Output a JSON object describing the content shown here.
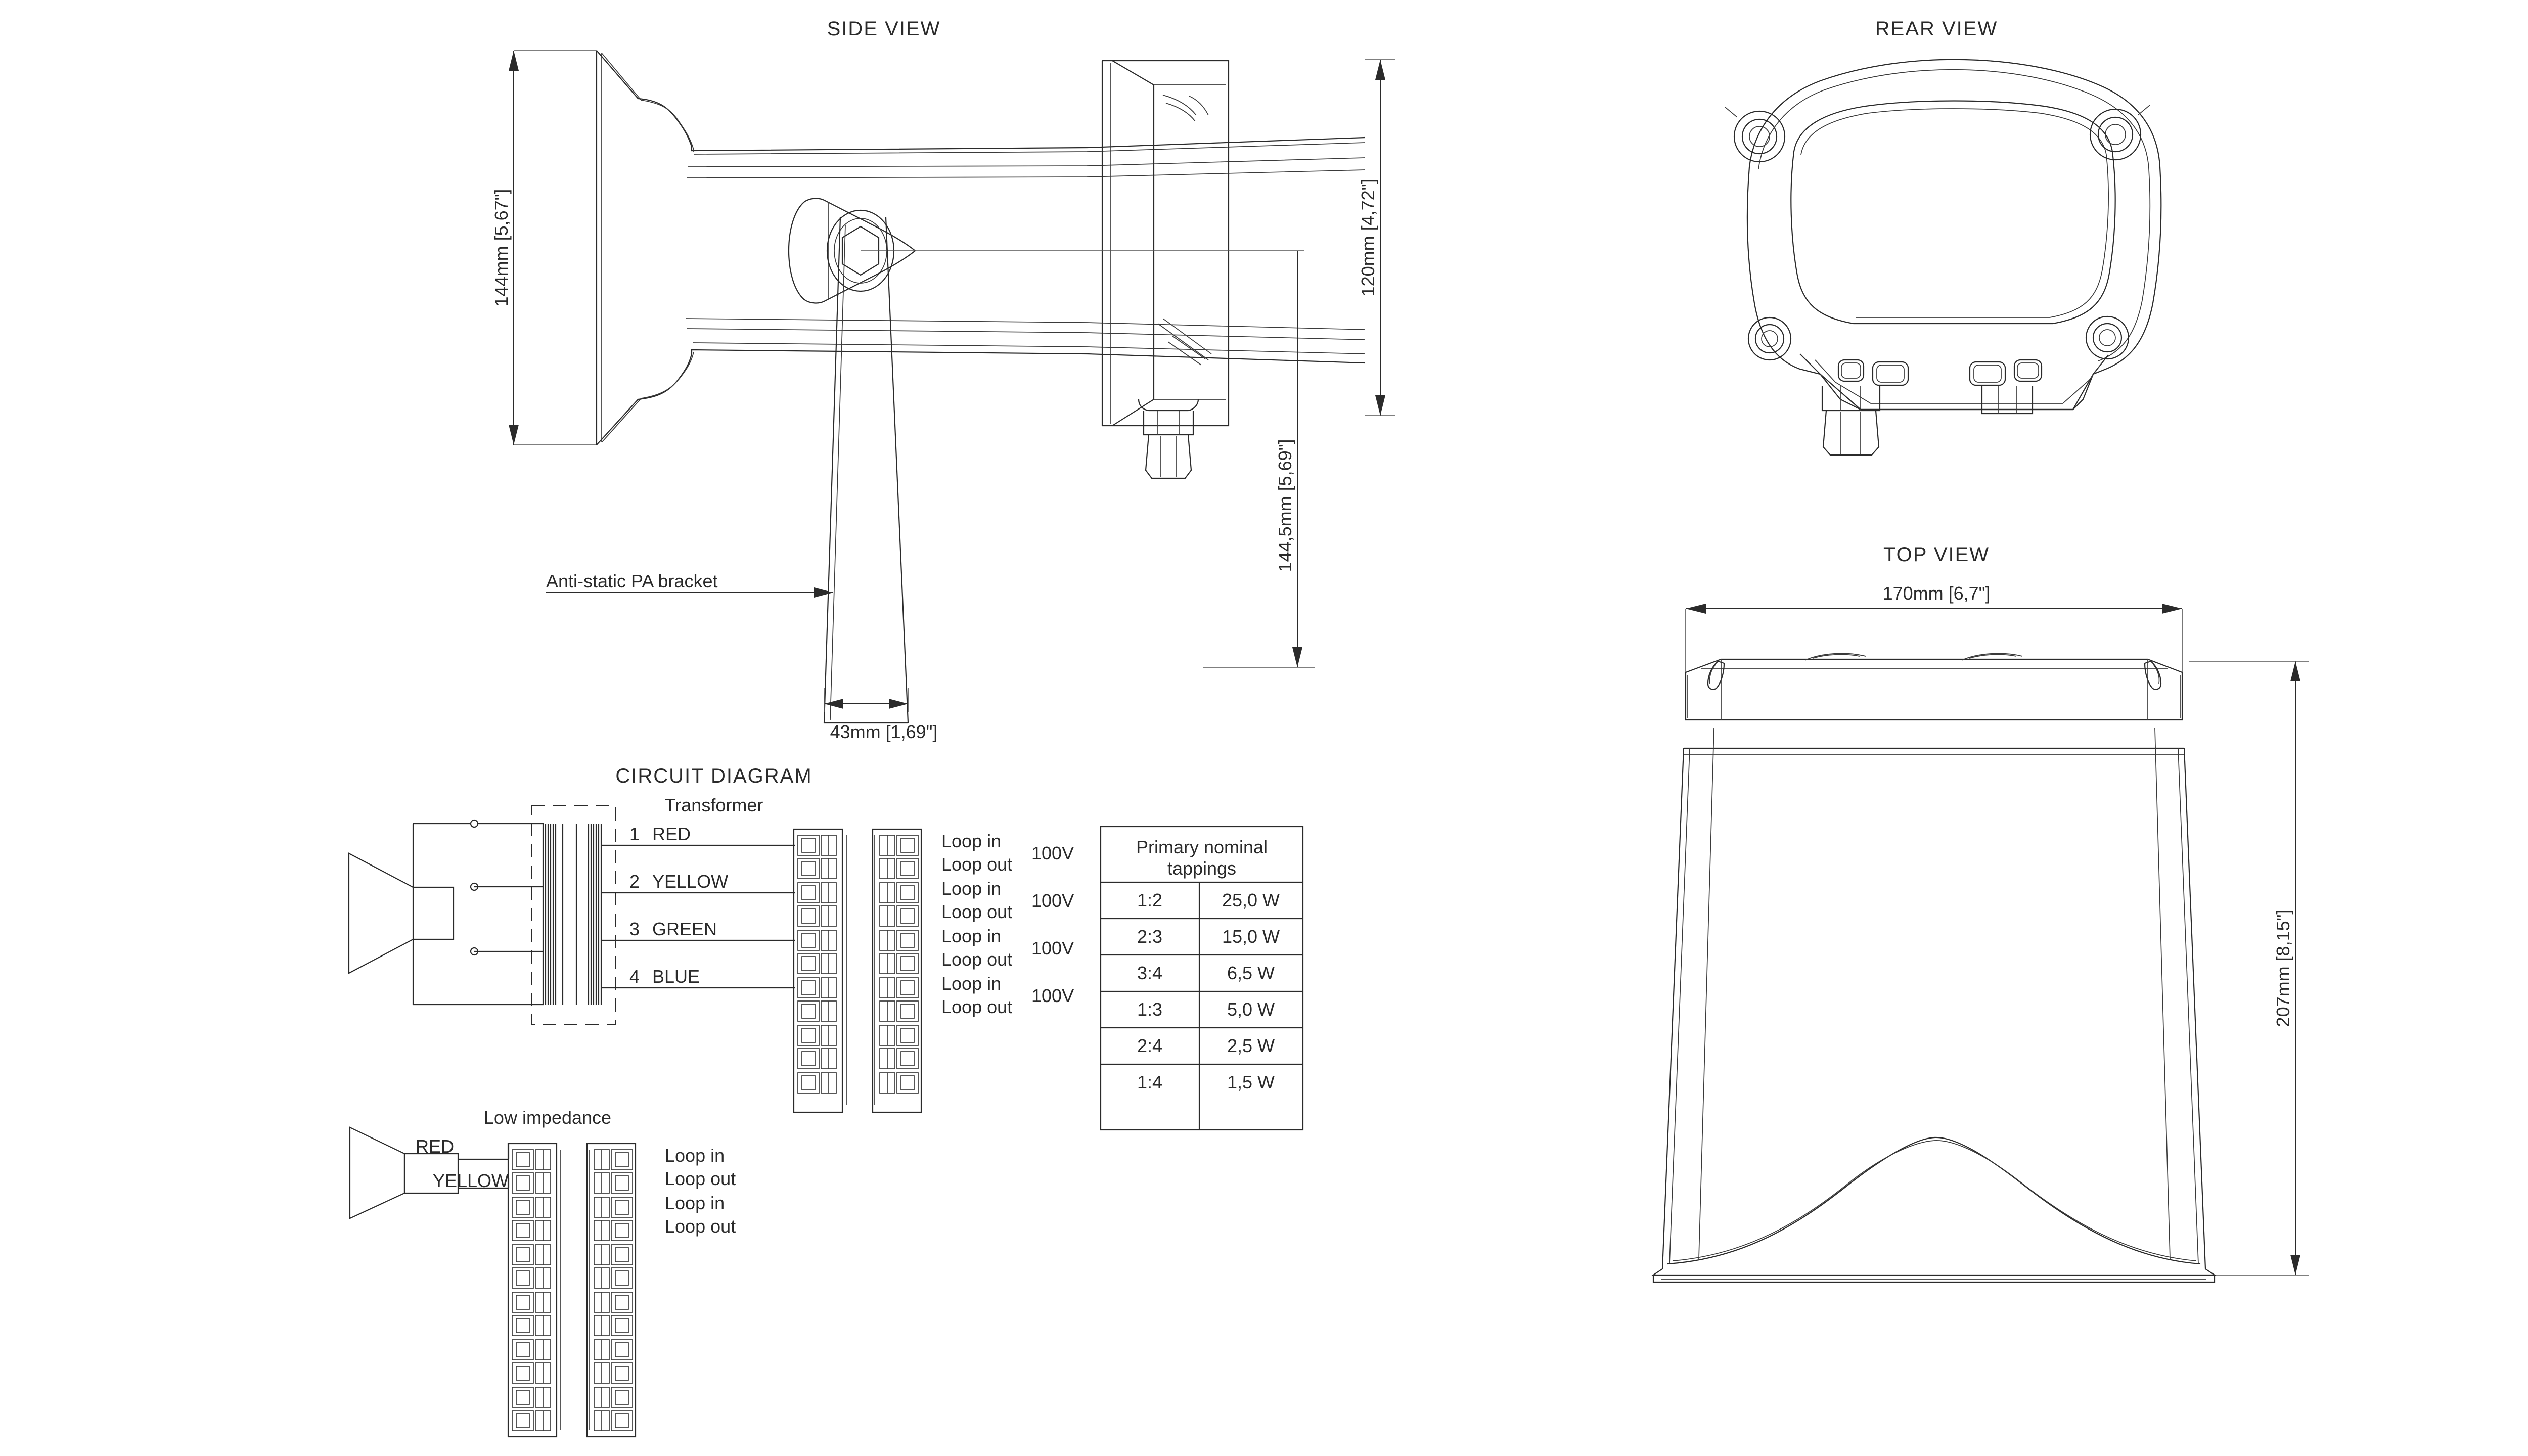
{
  "drawing": {
    "views": {
      "side": {
        "title": "SIDE VIEW",
        "dim_height_left": "144mm [5,67\"]",
        "dim_height_right": "120mm [4,72\"]",
        "dim_depth_right": "144,5mm [5,69\"]",
        "dim_bracket_width": "43mm [1,69\"]",
        "annotation_bracket": "Anti-static PA bracket"
      },
      "rear": {
        "title": "REAR VIEW"
      },
      "top": {
        "title": "TOP VIEW",
        "dim_width": "170mm [6,7\"]",
        "dim_height": "207mm [8,15\"]"
      }
    },
    "circuit": {
      "title": "CIRCUIT DIAGRAM",
      "subtitle_transformer": "Transformer",
      "subtitle_low_impedance": "Low impedance",
      "transformer_taps": [
        {
          "number": "1",
          "color": "RED"
        },
        {
          "number": "2",
          "color": "YELLOW"
        },
        {
          "number": "3",
          "color": "GREEN"
        },
        {
          "number": "4",
          "color": "BLUE"
        }
      ],
      "loop_groups": [
        {
          "in": "Loop in",
          "out": "Loop out",
          "voltage": "100V"
        },
        {
          "in": "Loop in",
          "out": "Loop out",
          "voltage": "100V"
        },
        {
          "in": "Loop in",
          "out": "Loop out",
          "voltage": "100V"
        },
        {
          "in": "Loop in",
          "out": "Loop out",
          "voltage": "100V"
        }
      ],
      "low_impedance_wires": [
        {
          "color": "RED"
        },
        {
          "color": "YELLOW"
        }
      ],
      "low_impedance_loops": [
        {
          "in": "Loop in",
          "out": "Loop out"
        },
        {
          "in": "Loop in",
          "out": "Loop out"
        }
      ]
    },
    "tappings_table": {
      "header": "Primary nominal tappings",
      "header_line1": "Primary nominal",
      "header_line2": "tappings",
      "rows": [
        {
          "tap": "1:2",
          "power": "25,0 W"
        },
        {
          "tap": "2:3",
          "power": "15,0 W"
        },
        {
          "tap": "3:4",
          "power": "6,5 W"
        },
        {
          "tap": "1:3",
          "power": "5,0 W"
        },
        {
          "tap": "2:4",
          "power": "2,5 W"
        },
        {
          "tap": "1:4",
          "power": "1,5 W"
        }
      ]
    },
    "colors": {
      "line": "#2b2b2b",
      "text": "#2a2a2a",
      "background": "#ffffff"
    }
  }
}
